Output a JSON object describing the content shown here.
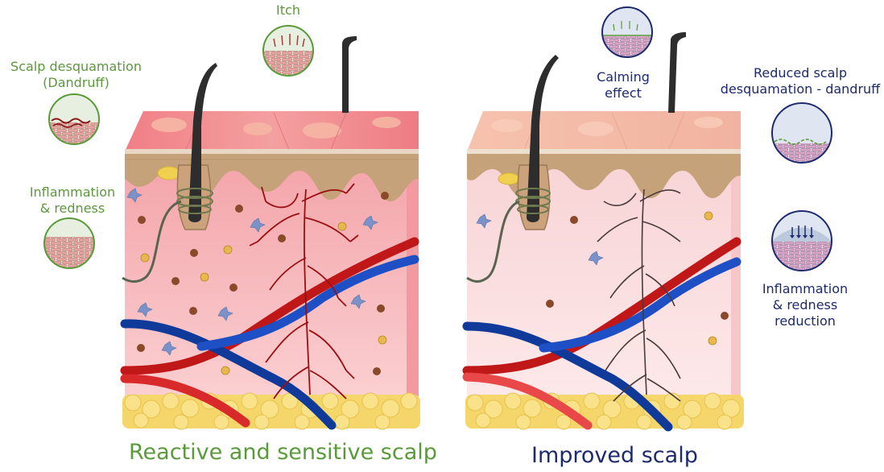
{
  "panels": {
    "left": {
      "caption": "Reactive and sensitive scalp",
      "labels": {
        "itch": "Itch",
        "desquamation_1": "Scalp desquamation",
        "desquamation_2": "(Dandruff)",
        "inflammation_1": "Inflammation",
        "inflammation_2": "& redness"
      }
    },
    "right": {
      "caption": "Improved scalp",
      "labels": {
        "calming_1": "Calming",
        "calming_2": "effect",
        "reduced_1": "Reduced scalp",
        "reduced_2": "desquamation - dandruff",
        "reduction_1": "Inflammation",
        "reduction_2": "& redness",
        "reduction_3": "reduction"
      }
    }
  },
  "colors": {
    "label_green": "#5a9a3a",
    "label_navy": "#1d2a6e",
    "artery": "#d41e1e",
    "vein": "#1e4fc4",
    "nerve_left": "#9a1010",
    "nerve_right": "#4a3a3a",
    "fat": "#f5d66b"
  }
}
